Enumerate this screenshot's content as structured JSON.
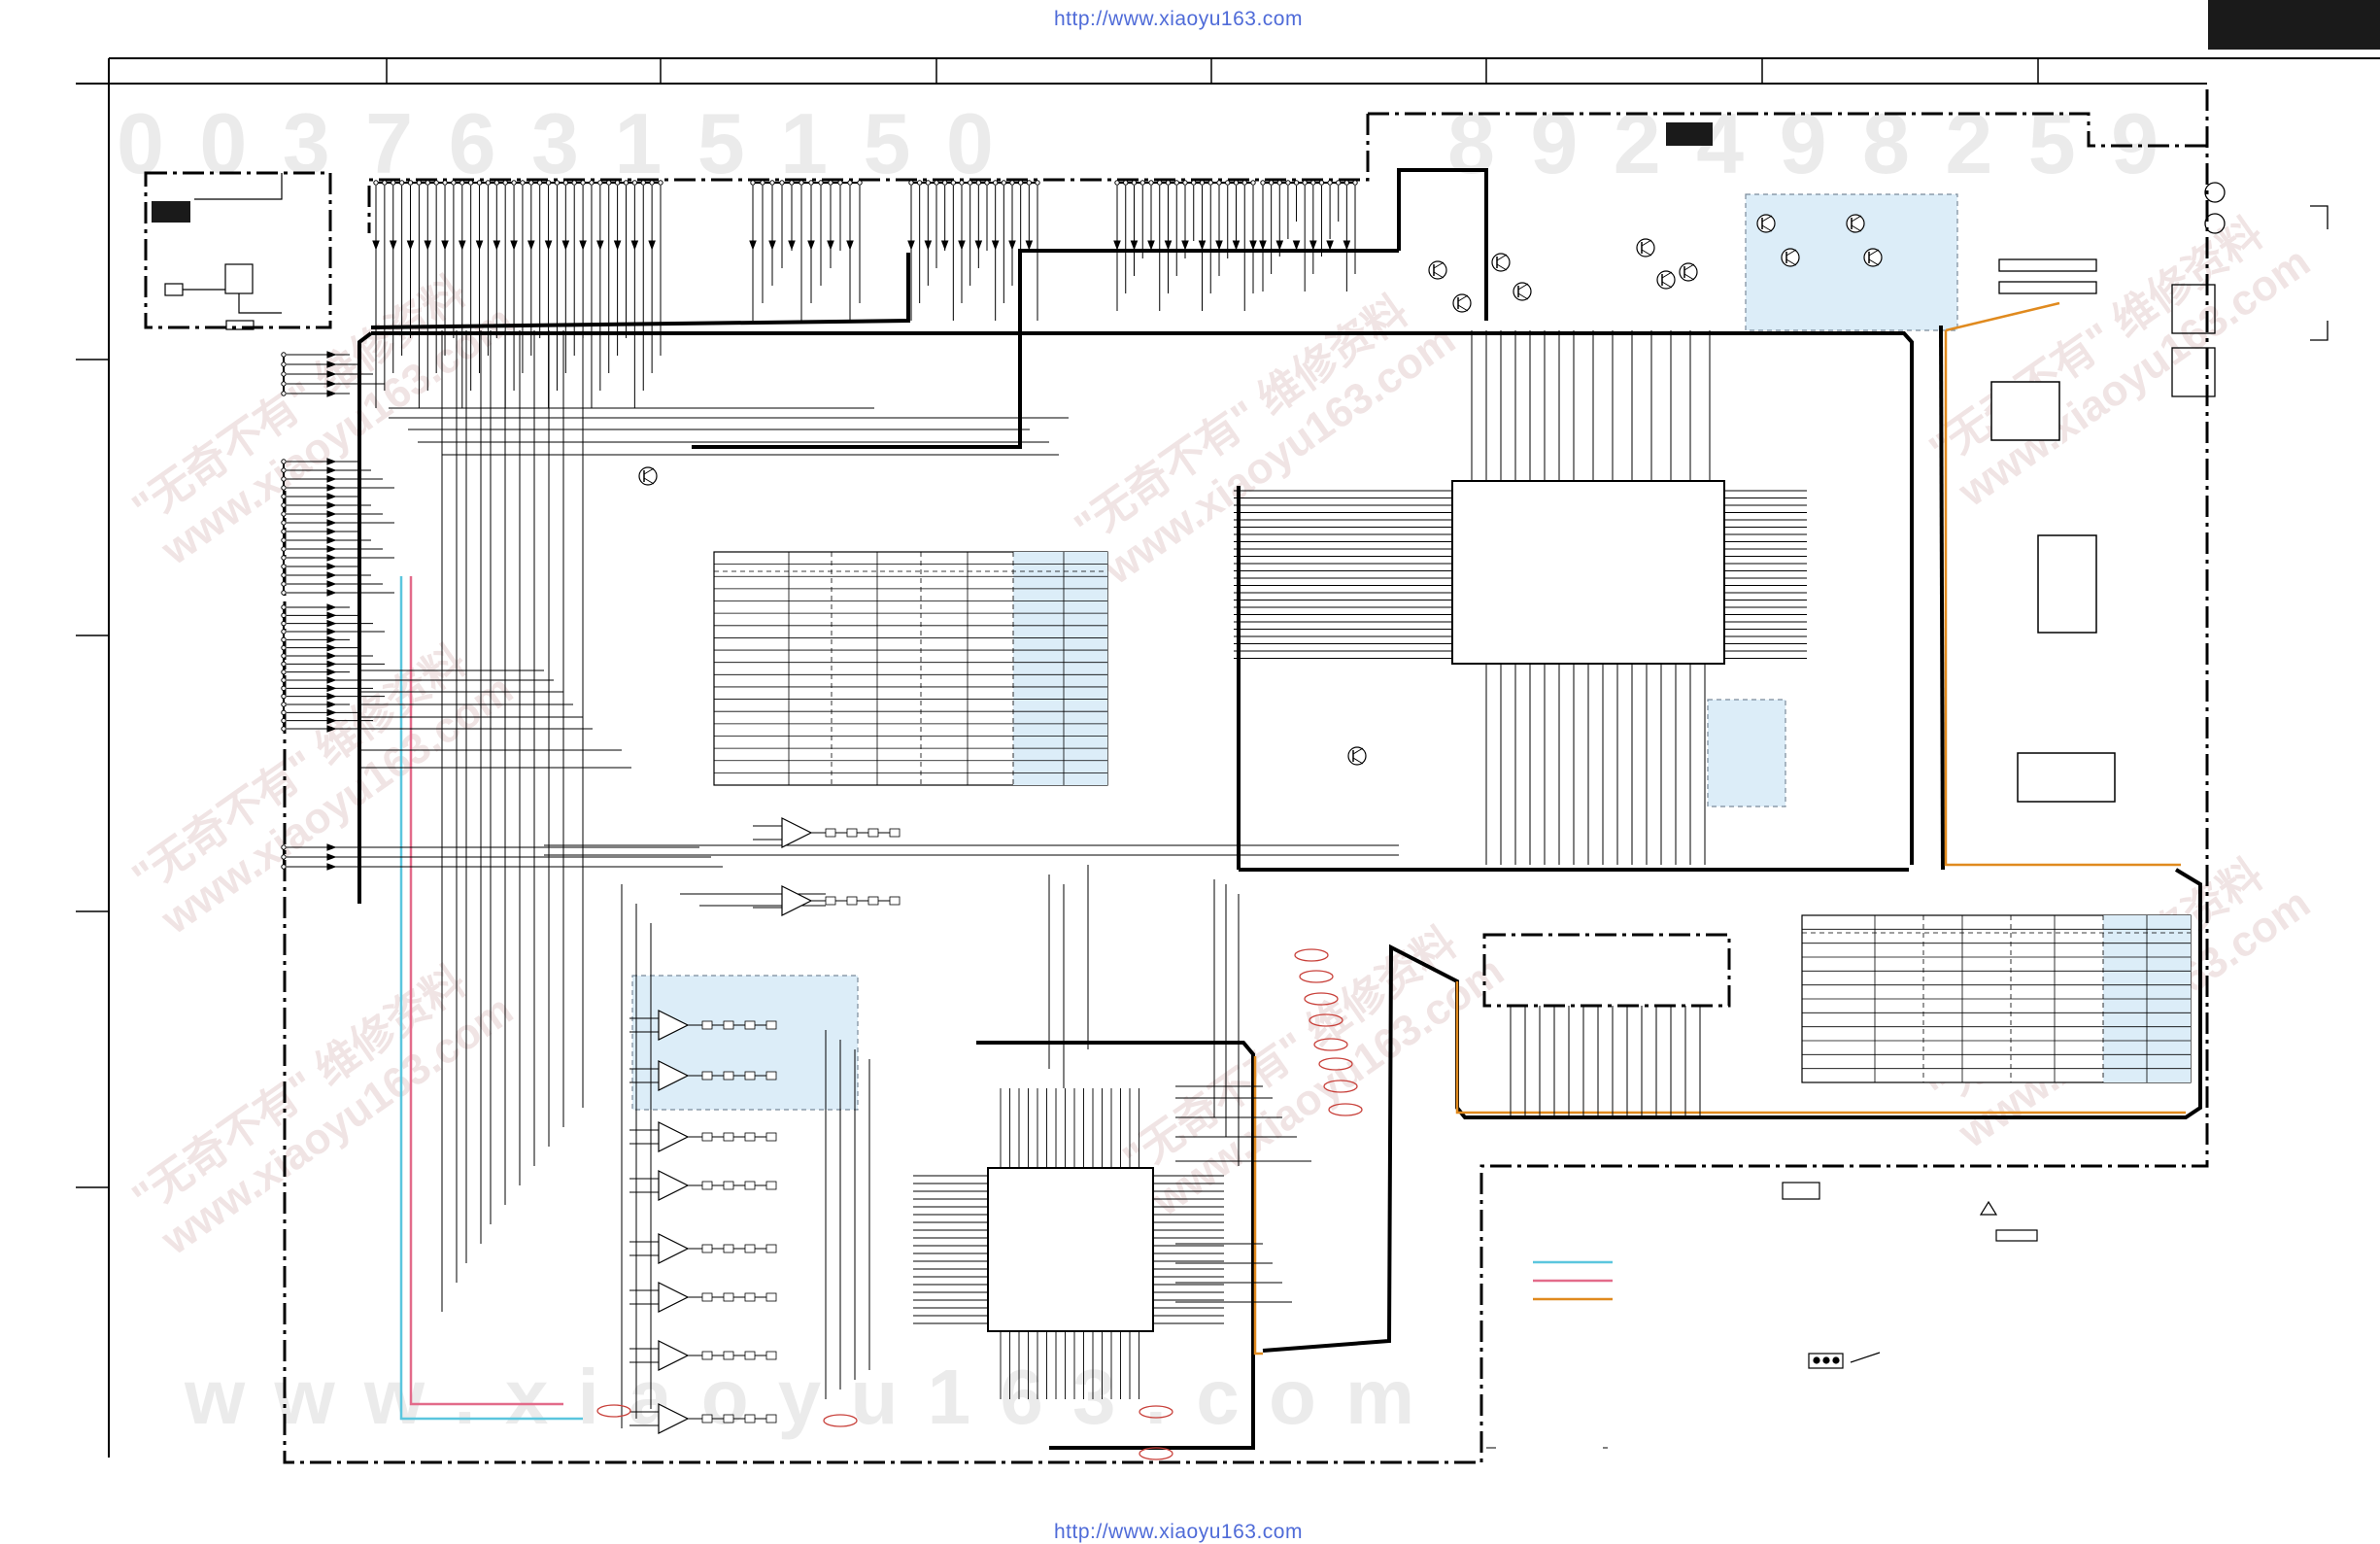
{
  "header": {
    "url_top": "http://www.xiaoyu163.com",
    "url_bottom": "http://www.xiaoyu163.com"
  },
  "watermark": {
    "digits_top": "0 0 3 7 6 3 1 5 1 5 0",
    "digits_top_right": "8 9 2 4 9 8 2 5 9",
    "bottom_text": "w w w . x i a o y u 1 6 3 . c o m",
    "diagonal_1": "\"无奇不有\" 维修资料",
    "diagonal_2": "www.xiaoyu163.com"
  },
  "legend": {
    "colors": {
      "line_cyan": "#5bc6de",
      "line_pink": "#e36b8a",
      "line_orange": "#e08a1e",
      "highlight": "#dcedf8",
      "watermark": "#ececec"
    }
  }
}
